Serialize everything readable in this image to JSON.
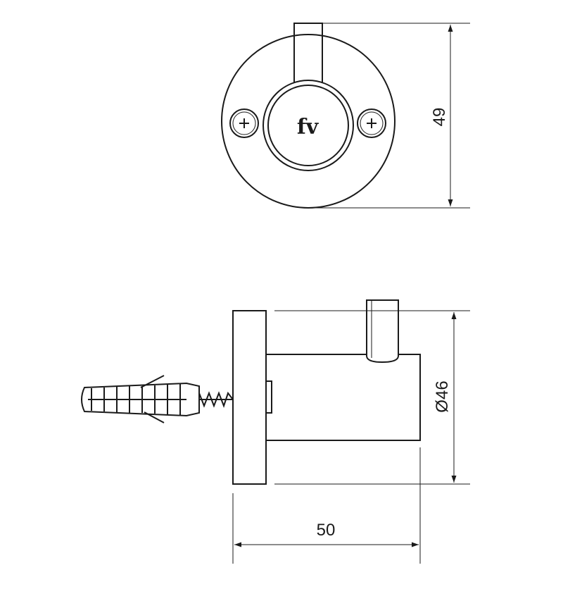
{
  "dimensions": {
    "top_height": "49",
    "side_diameter": "Ø46",
    "side_depth": "50"
  },
  "logo": {
    "text": "fv"
  },
  "colors": {
    "line": "#1a1a1a",
    "background": "#ffffff"
  }
}
